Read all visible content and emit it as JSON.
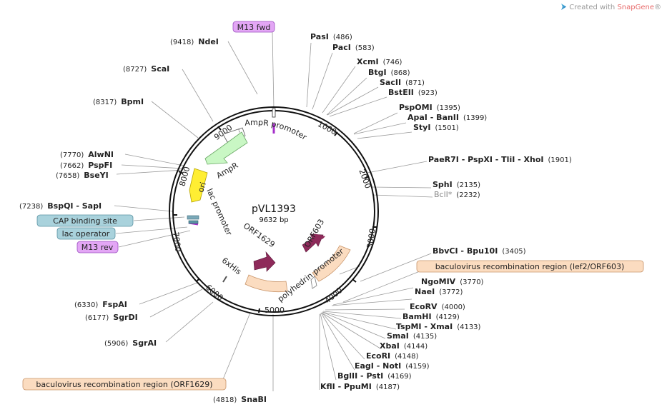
{
  "brand": {
    "prefix": "Created with ",
    "name": "SnapGene",
    "suffix": "®"
  },
  "plasmid": {
    "name": "pVL1393",
    "size": "9632 bp",
    "total_bp": 9632
  },
  "ticks": [
    "1000",
    "2000",
    "3000",
    "4000",
    "5000",
    "6000",
    "7000",
    "8000",
    "9000"
  ],
  "enzymes": [
    {
      "id": "ndei",
      "name": "NdeI",
      "pos": "(9418)",
      "bp": 9418,
      "side": "left"
    },
    {
      "id": "scai",
      "name": "ScaI",
      "pos": "(8727)",
      "bp": 8727,
      "side": "left"
    },
    {
      "id": "bpmi",
      "name": "BpmI",
      "pos": "(8317)",
      "bp": 8317,
      "side": "left"
    },
    {
      "id": "alwni",
      "name": "AlwNI",
      "pos": "(7770)",
      "bp": 7770,
      "side": "left"
    },
    {
      "id": "pspfi",
      "name": "PspFI",
      "pos": "(7662)",
      "bp": 7662,
      "side": "left"
    },
    {
      "id": "bseyi",
      "name": "BseYI",
      "pos": "(7658)",
      "bp": 7658,
      "side": "left"
    },
    {
      "id": "bspqi",
      "name": "BspQI - SapI",
      "pos": "(7238)",
      "bp": 7238,
      "side": "left"
    },
    {
      "id": "fspai",
      "name": "FspAI",
      "pos": "(6330)",
      "bp": 6330,
      "side": "left"
    },
    {
      "id": "sgrdi",
      "name": "SgrDI",
      "pos": "(6177)",
      "bp": 6177,
      "side": "left"
    },
    {
      "id": "sgrai",
      "name": "SgrAI",
      "pos": "(5906)",
      "bp": 5906,
      "side": "left"
    },
    {
      "id": "snabi",
      "name": "SnaBI",
      "pos": "(4818)",
      "bp": 4818,
      "side": "left"
    },
    {
      "id": "pasi",
      "name": "PasI",
      "pos": "(486)",
      "bp": 486,
      "side": "right"
    },
    {
      "id": "paci",
      "name": "PacI",
      "pos": "(583)",
      "bp": 583,
      "side": "right"
    },
    {
      "id": "xcmi",
      "name": "XcmI",
      "pos": "(746)",
      "bp": 746,
      "side": "right"
    },
    {
      "id": "btgi",
      "name": "BtgI",
      "pos": "(868)",
      "bp": 868,
      "side": "right"
    },
    {
      "id": "sacii",
      "name": "SacII",
      "pos": "(871)",
      "bp": 871,
      "side": "right"
    },
    {
      "id": "bsteii",
      "name": "BstEII",
      "pos": "(923)",
      "bp": 923,
      "side": "right"
    },
    {
      "id": "pspomi",
      "name": "PspOMI",
      "pos": "(1395)",
      "bp": 1395,
      "side": "right"
    },
    {
      "id": "apai",
      "name": "ApaI - BanII",
      "pos": "(1399)",
      "bp": 1399,
      "side": "right"
    },
    {
      "id": "styi",
      "name": "StyI",
      "pos": "(1501)",
      "bp": 1501,
      "side": "right"
    },
    {
      "id": "paer7i",
      "name": "PaeR7I - PspXI - TliI - XhoI",
      "pos": "(1901)",
      "bp": 1901,
      "side": "right"
    },
    {
      "id": "sphi",
      "name": "SphI",
      "pos": "(2135)",
      "bp": 2135,
      "side": "right"
    },
    {
      "id": "bcli",
      "name": "BclI*",
      "pos": "(2232)",
      "bp": 2232,
      "side": "right",
      "dim": true
    },
    {
      "id": "bbvci",
      "name": "BbvCI - Bpu10I",
      "pos": "(3405)",
      "bp": 3405,
      "side": "right"
    },
    {
      "id": "ngomiv",
      "name": "NgoMIV",
      "pos": "(3770)",
      "bp": 3770,
      "side": "right"
    },
    {
      "id": "naei",
      "name": "NaeI",
      "pos": "(3772)",
      "bp": 3772,
      "side": "right"
    },
    {
      "id": "ecorv",
      "name": "EcoRV",
      "pos": "(4000)",
      "bp": 4000,
      "side": "right"
    },
    {
      "id": "bamhi",
      "name": "BamHI",
      "pos": "(4129)",
      "bp": 4129,
      "side": "right"
    },
    {
      "id": "tspmi",
      "name": "TspMI - XmaI",
      "pos": "(4133)",
      "bp": 4133,
      "side": "right"
    },
    {
      "id": "smai",
      "name": "SmaI",
      "pos": "(4135)",
      "bp": 4135,
      "side": "right"
    },
    {
      "id": "xbai",
      "name": "XbaI",
      "pos": "(4144)",
      "bp": 4144,
      "side": "right"
    },
    {
      "id": "ecori",
      "name": "EcoRI",
      "pos": "(4148)",
      "bp": 4148,
      "side": "right"
    },
    {
      "id": "eagi",
      "name": "EagI - NotI",
      "pos": "(4159)",
      "bp": 4159,
      "side": "right"
    },
    {
      "id": "bglii",
      "name": "BglII - PstI",
      "pos": "(4169)",
      "bp": 4169,
      "side": "right"
    },
    {
      "id": "kfli",
      "name": "KflI - PpuMI",
      "pos": "(4187)",
      "bp": 4187,
      "side": "right"
    }
  ],
  "pills": [
    {
      "id": "m13fwd",
      "text": "M13 fwd",
      "color": "#e3a6f5",
      "border": "#9b4fc0"
    },
    {
      "id": "cap",
      "text": "CAP binding site",
      "color": "#a9d2dc",
      "border": "#5a93a3"
    },
    {
      "id": "lacop",
      "text": "lac operator",
      "color": "#a9d2dc",
      "border": "#5a93a3"
    },
    {
      "id": "m13rev",
      "text": "M13 rev",
      "color": "#e3a6f5",
      "border": "#9b4fc0"
    },
    {
      "id": "brr1",
      "text": "baculovirus recombination region (lef2/ORF603)",
      "color": "#fbdcc0",
      "border": "#c9956a"
    },
    {
      "id": "brr2",
      "text": "baculovirus recombination region (ORF1629)",
      "color": "#fbdcc0",
      "border": "#c9956a"
    }
  ],
  "features": {
    "ampr_promoter": "AmpR promoter",
    "ampr": "AmpR",
    "ori": "ori",
    "lac_promoter": "lac promoter",
    "sixhis": "6xHis",
    "orf1629": "ORF1629",
    "orf603": "ORF603",
    "polyhedrin": "polyhedrin promoter"
  },
  "colors": {
    "ampr": "#c9f7c4",
    "ori": "#ffee33",
    "orf": "#8e2a5a",
    "recomb": "#fbdcc0",
    "primer": "#a42fc9"
  }
}
